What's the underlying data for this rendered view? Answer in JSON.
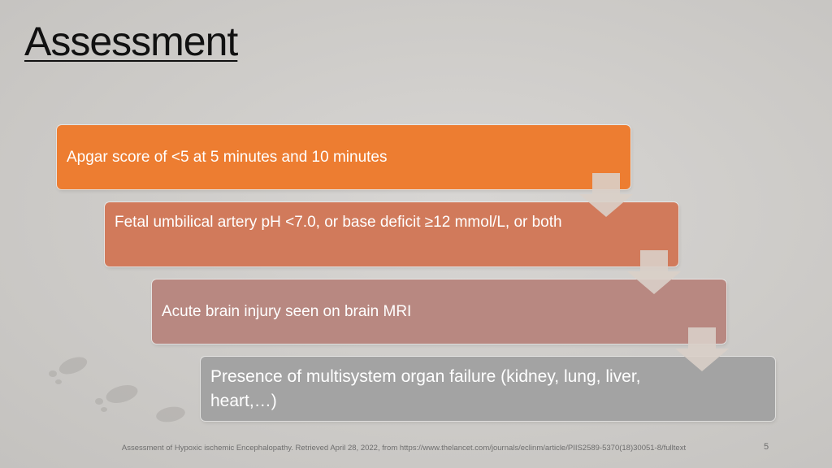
{
  "slide": {
    "title": "Assessment",
    "steps": [
      {
        "text": "Apgar score of <5 at 5 minutes and 10 minutes",
        "color": "#ed7d31"
      },
      {
        "text": "Fetal umbilical artery pH <7.0, or base deficit ≥12 mmol/L, or both",
        "color": "#d17a5b"
      },
      {
        "text": "Acute brain injury seen on brain MRI",
        "color": "#b88881"
      },
      {
        "text": "Presence of multisystem organ failure (kidney, lung, liver, heart,…)",
        "color": "#a3a3a3"
      }
    ],
    "arrow_color": "#d9cfc8",
    "footer": {
      "citation": "Assessment of Hypoxic ischemic Encephalopathy. Retrieved April 28, 2022, from https://www.thelancet.com/journals/eclinm/article/PIIS2589-5370(18)30051-8/fulltext"
    },
    "slide_number": "5"
  }
}
